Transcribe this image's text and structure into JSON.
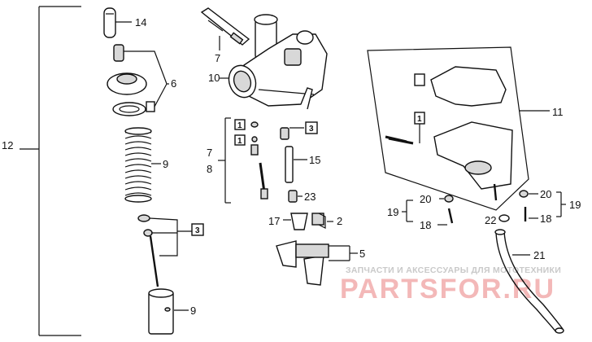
{
  "callouts": {
    "c1": "1",
    "c2": "2",
    "c3a": "3",
    "c3b": "3",
    "c5": "5",
    "c6": "6",
    "c7a": "7",
    "c7b": "7",
    "c8": "8",
    "c9a": "9",
    "c9b": "9",
    "c10": "10",
    "c11": "11",
    "c12": "12",
    "c14": "14",
    "c15": "15",
    "c17": "17",
    "c18a": "18",
    "c18b": "18",
    "c19a": "19",
    "c19b": "19",
    "c20a": "20",
    "c20b": "20",
    "c21": "21",
    "c22": "22",
    "c23": "23"
  },
  "watermark": {
    "tagline": "ЗАПЧАСТИ И АКСЕССУАРЫ ДЛЯ МОТОТЕХНИКИ",
    "brand": "PARTSFOR.RU"
  }
}
